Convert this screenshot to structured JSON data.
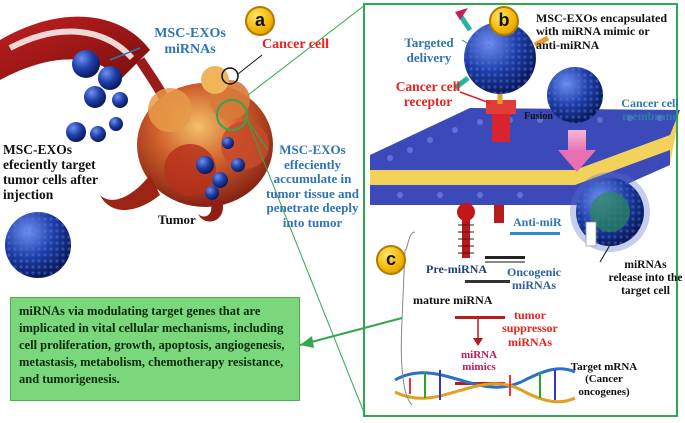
{
  "badges": {
    "a": "a",
    "b": "b",
    "c": "c"
  },
  "panel_a": {
    "exos_mirnas": "MSC-EXOs miRNAs",
    "cancer_cell": "Cancer cell",
    "target_text": "MSC-EXOs efeciently target tumor cells after injection",
    "accumulate_text": "MSC-EXOs effeciently accumulate in tumor tissue and penetrate deeply into tumor",
    "tumor": "Tumor"
  },
  "panel_b": {
    "encapsulated": "MSC-EXOs encapsulated with miRNA mimic or anti-miRNA",
    "targeted_delivery": "Targeted delivery",
    "cancer_receptor": "Cancer cell receptor",
    "fusion": "Fusion",
    "cancer_membrane": "Cancer cell membrane"
  },
  "panel_c": {
    "anti_mir": "Anti-miR",
    "pre_mirna": "Pre-miRNA",
    "oncogenic": "Oncogenic miRNAs",
    "mature": "mature miRNA",
    "release": "miRNAs release into the target cell",
    "suppressor": "tumor suppressor miRNAs",
    "mimics": "miRNA mimics",
    "target_mrna": "Target mRNA (Cancer oncogenes)"
  },
  "summary": "miRNAs via modulating target genes that are implicated in vital cellular mechanisms, including cell proliferation, growth, apoptosis, angiogenesis, metastasis, metabolism, chemotherapy resistance, and tumorigenesis.",
  "colors": {
    "exo_blue": "#1f3fa8",
    "accent_green": "#2fa84f",
    "label_blue": "#2e74b5",
    "label_red": "#e8231f",
    "badge_yellow": "#f2b400"
  }
}
